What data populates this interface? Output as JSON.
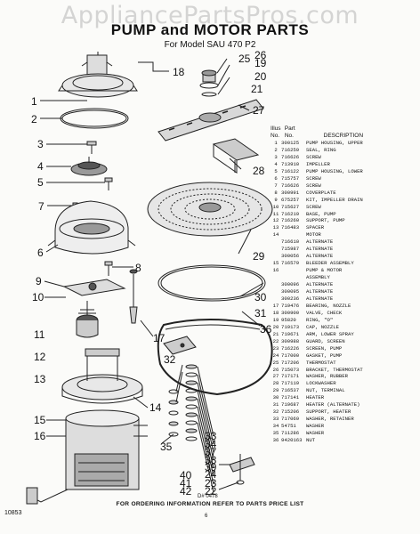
{
  "watermark": "AppliancePartsPros.com",
  "title": "PUMP and MOTOR PARTS",
  "subtitle": "For Model SAU 470 P2",
  "callouts": {
    "c1": "1",
    "c2": "2",
    "c3": "3",
    "c4": "4",
    "c5": "5",
    "c6": "6",
    "c7": "7",
    "c8": "8",
    "c9": "9",
    "c10": "10",
    "c11": "11",
    "c12": "12",
    "c13": "13",
    "c14": "14",
    "c15": "15",
    "c16": "16",
    "c17": "17",
    "c18": "18",
    "c19": "19",
    "c20": "20",
    "c21": "21",
    "c22": "22",
    "c23": "23",
    "c24": "24",
    "c25": "25",
    "c26": "26",
    "c27": "27",
    "c28": "28",
    "c29": "29",
    "c30": "30",
    "c31": "31",
    "c32": "32",
    "c33": "33",
    "c34": "34",
    "c35": "35",
    "c36": "36",
    "c37": "37",
    "c38": "38",
    "c39": "39",
    "c40": "40",
    "c41": "41",
    "c42": "42"
  },
  "parts_table": {
    "header_illus": "Illus",
    "header_part": "Part",
    "header_no": "No.",
    "header_no2": "No.",
    "header_desc": "DESCRIPTION",
    "rows": [
      {
        "illus": "1",
        "part": "300125",
        "desc": "PUMP HOUSING, UPPER"
      },
      {
        "illus": "2",
        "part": "716259",
        "desc": "SEAL, RING"
      },
      {
        "illus": "3",
        "part": "716626",
        "desc": "SCREW"
      },
      {
        "illus": "4",
        "part": "713910",
        "desc": "IMPELLER"
      },
      {
        "illus": "5",
        "part": "716122",
        "desc": "PUMP HOUSING, LOWER"
      },
      {
        "illus": "6",
        "part": "715757",
        "desc": "SCREW"
      },
      {
        "illus": "7",
        "part": "716626",
        "desc": "SCREW"
      },
      {
        "illus": "8",
        "part": "300991",
        "desc": "COVERPLATE"
      },
      {
        "illus": "9",
        "part": "675257",
        "desc": "KIT, IMPELLER DRAIN"
      },
      {
        "illus": "10",
        "part": "715627",
        "desc": "SCREW"
      },
      {
        "illus": "11",
        "part": "716219",
        "desc": "BASE, PUMP"
      },
      {
        "illus": "12",
        "part": "716260",
        "desc": "SUPPORT, PUMP"
      },
      {
        "illus": "13",
        "part": "716483",
        "desc": "SPACER"
      },
      {
        "illus": "14",
        "part": "",
        "desc": "MOTOR"
      },
      {
        "illus": "",
        "part": "716610",
        "desc": "ALTERNATE"
      },
      {
        "illus": "",
        "part": "715987",
        "desc": "ALTERNATE"
      },
      {
        "illus": "",
        "part": "300056",
        "desc": "ALTERNATE"
      },
      {
        "illus": "15",
        "part": "716579",
        "desc": "BLEEDER ASSEMBLY"
      },
      {
        "illus": "16",
        "part": "",
        "desc": "PUMP & MOTOR"
      },
      {
        "illus": "",
        "part": "",
        "desc": "ASSEMBLY"
      },
      {
        "illus": "",
        "part": "300096",
        "desc": "ALTERNATE"
      },
      {
        "illus": "",
        "part": "300095",
        "desc": "ALTERNATE"
      },
      {
        "illus": "",
        "part": "300236",
        "desc": "ALTERNATE"
      },
      {
        "illus": "17",
        "part": "719476",
        "desc": "BEARING, NOZZLE"
      },
      {
        "illus": "18",
        "part": "300900",
        "desc": "VALVE, CHECK"
      },
      {
        "illus": "19",
        "part": "95820",
        "desc": "RING, \"O\""
      },
      {
        "illus": "20",
        "part": "719173",
        "desc": "CAP, NOZZLE"
      },
      {
        "illus": "21",
        "part": "719671",
        "desc": "ARM, LOWER SPRAY"
      },
      {
        "illus": "22",
        "part": "300988",
        "desc": "GUARD, SCREEN"
      },
      {
        "illus": "23",
        "part": "716226",
        "desc": "SCREEN, PUMP"
      },
      {
        "illus": "24",
        "part": "717000",
        "desc": "GASKET, PUMP"
      },
      {
        "illus": "25",
        "part": "717206",
        "desc": "THERMOSTAT"
      },
      {
        "illus": "26",
        "part": "715073",
        "desc": "BRACKET, THERMOSTAT"
      },
      {
        "illus": "27",
        "part": "717171",
        "desc": "WASHER, RUBBER"
      },
      {
        "illus": "28",
        "part": "717119",
        "desc": "LOCKWASHER"
      },
      {
        "illus": "29",
        "part": "716537",
        "desc": "NUT, TERMINAL"
      },
      {
        "illus": "30",
        "part": "717141",
        "desc": "HEATER"
      },
      {
        "illus": "31",
        "part": "719687",
        "desc": "HEATER (ALTERNATE)"
      },
      {
        "illus": "32",
        "part": "715206",
        "desc": "SUPPORT, HEATER"
      },
      {
        "illus": "33",
        "part": "717069",
        "desc": "WASHER, RETAINER"
      },
      {
        "illus": "34",
        "part": "54751",
        "desc": "WASHER"
      },
      {
        "illus": "35",
        "part": "711286",
        "desc": "WASHER"
      },
      {
        "illus": "36",
        "part": "9420163",
        "desc": "NUT"
      }
    ]
  },
  "drawing_number": "D# 0478",
  "footer_text": "FOR ORDERING INFORMATION REFER TO PARTS PRICE LIST",
  "doc_code": "10853",
  "page_number": "6"
}
